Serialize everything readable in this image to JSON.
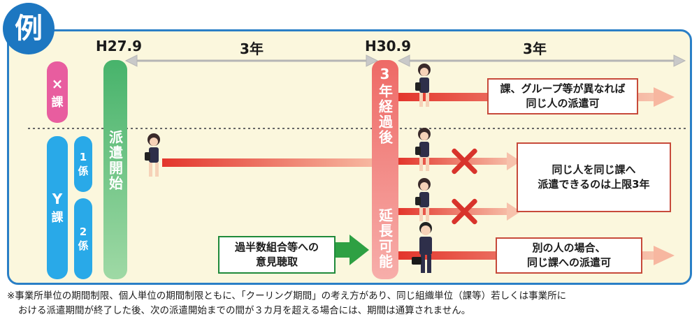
{
  "badge": "例",
  "timeline": {
    "start": "H27.9",
    "mid": "H30.9",
    "span1": "3年",
    "span2": "3年"
  },
  "sections": {
    "x_ka": [
      "×",
      "課"
    ],
    "y_ka": [
      "Y",
      "課"
    ],
    "y_1": [
      "1",
      "係"
    ],
    "y_2": [
      "2",
      "係"
    ]
  },
  "bars": {
    "dispatch_start": "派遣開始",
    "after_3y": "3年経過後",
    "extendable": "延長可能"
  },
  "boxes": {
    "x_group": [
      "課、グループ等が異なれば",
      "同じ人の派遣可"
    ],
    "same_person_limit": [
      "同じ人を同じ課へ",
      "派遣できるのは上限3年"
    ],
    "majority_opinion": [
      "過半数組合等への",
      "意見聴取"
    ],
    "other_person": [
      "別の人の場合、",
      "同じ課への派遣可"
    ]
  },
  "colors": {
    "frame": "#2a7fc6",
    "pink_section": "#e85d9f",
    "blue_section": "#29a9e8",
    "green_bar": "#47b36b",
    "red_bar": "#ee7f79",
    "arrow": "#e8453c"
  },
  "note": [
    "※事業所単位の期間制限、個人単位の期間制限ともに、「クーリング期間」の考え方があり、同じ組織単位（課等）若しくは事業所に",
    "おける派遣期間が終了した後、次の派遣開始までの間が３カ月を超える場合には、期間は通算されません。"
  ]
}
